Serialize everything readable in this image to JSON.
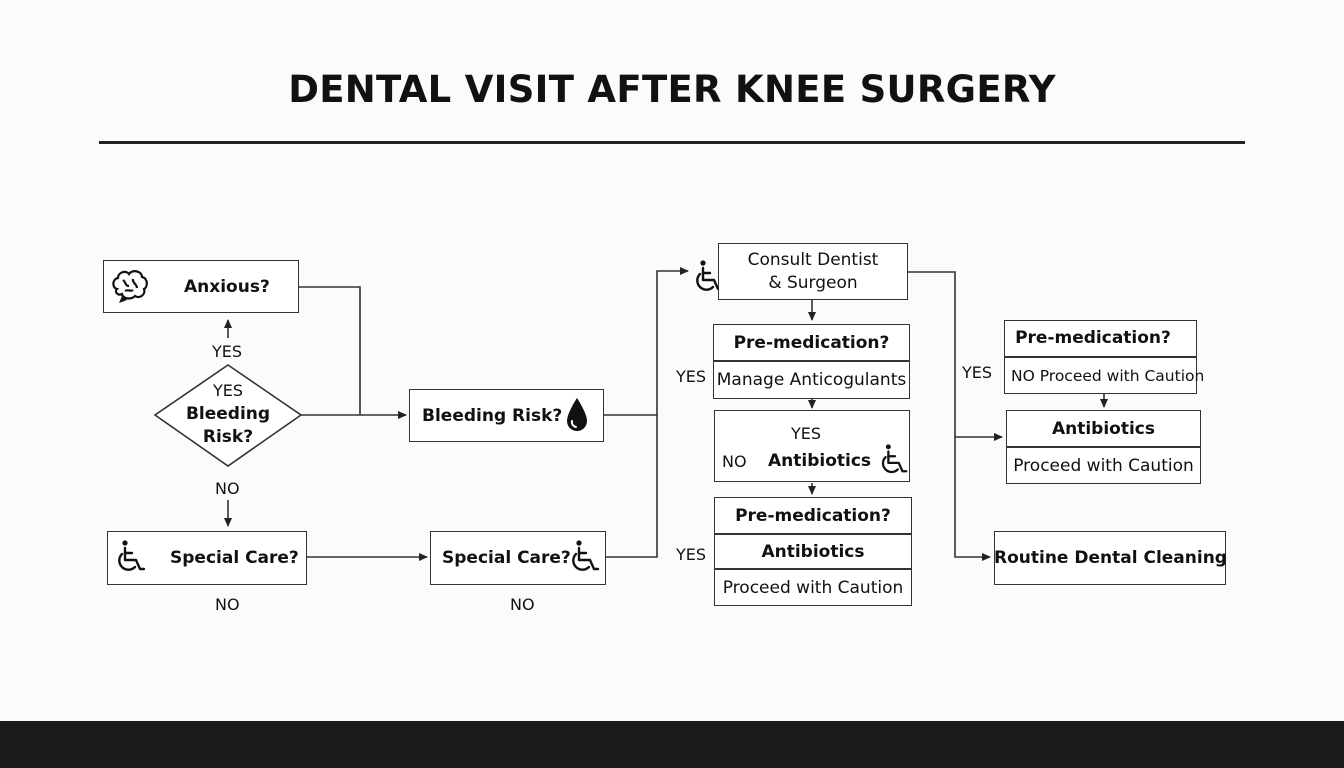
{
  "title": "DENTAL VISIT AFTER KNEE SURGERY",
  "left": {
    "anxious": "Anxious?",
    "diamond_yes": "YES",
    "diamond_line1": "Bleeding",
    "diamond_line2": "Risk?",
    "yes_up": "YES",
    "no_down": "NO",
    "special_care": "Special Care?",
    "no_below": "NO"
  },
  "middle": {
    "bleeding_risk": "Bleeding Risk?",
    "special_care": "Special Care?",
    "no_below": "NO"
  },
  "center": {
    "consult_line1": "Consult Dentist",
    "consult_line2": "& Surgeon",
    "box1_head": "Pre-medication?",
    "box1_row": "Manage Anticogulants",
    "box1_yes": "YES",
    "box2_yes": "YES",
    "box2_no": "NO",
    "box2_row": "Antibiotics",
    "box3_head": "Pre-medication?",
    "box3_row1": "Antibiotics",
    "box3_row2": "Proceed with Caution",
    "box3_yes": "YES"
  },
  "right": {
    "yes_label": "YES",
    "box1_head": "Pre-medication?",
    "box1_row": "NO Proceed with Caution",
    "box2_head": "Antibiotics",
    "box2_row": "Proceed with Caution",
    "routine": "Routine Dental Cleaning"
  },
  "icons": [
    "brain-icon",
    "blood-drop-icon",
    "wheelchair-icon"
  ],
  "colors": {
    "line": "#333333",
    "text": "#111111",
    "footer": "#1c1a1a",
    "background": "#fbfbfb"
  }
}
